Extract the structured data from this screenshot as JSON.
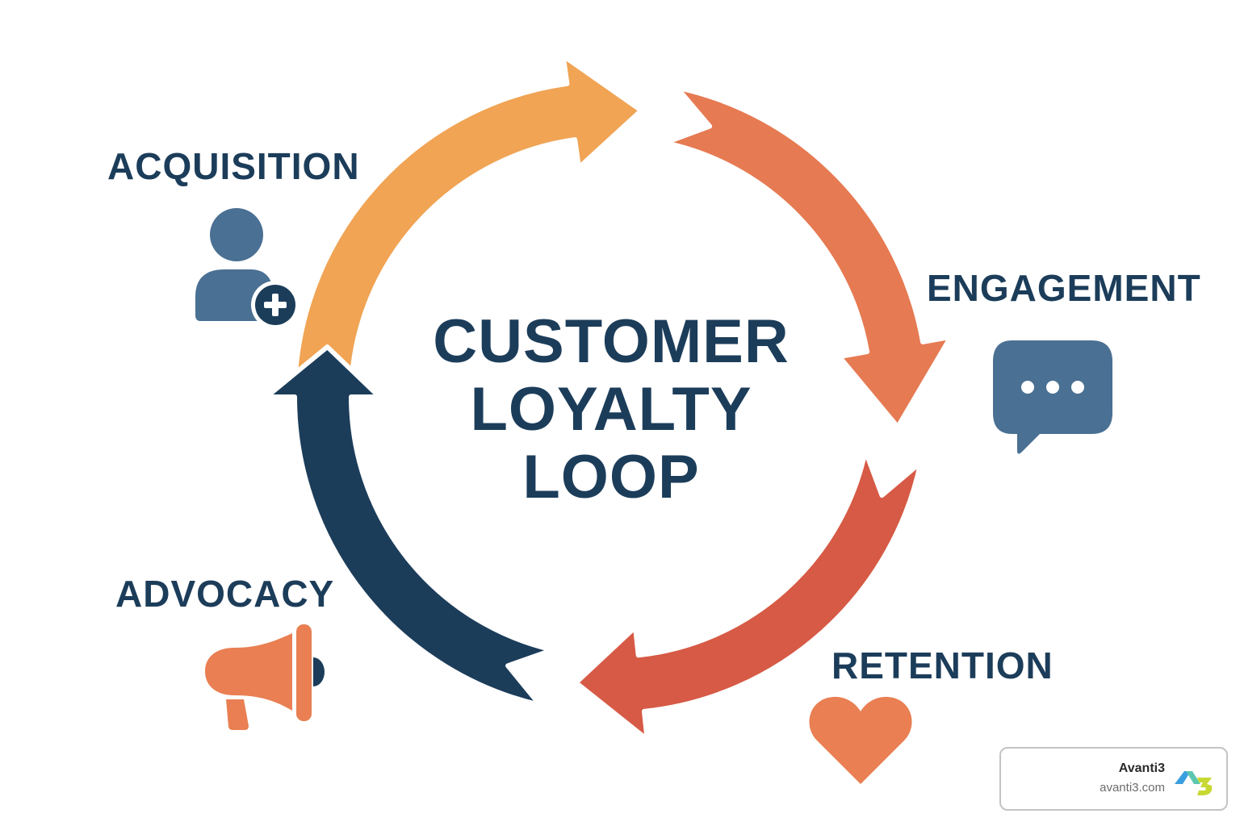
{
  "title": {
    "line1": "CUSTOMER",
    "line2": "LOYALTY",
    "line3": "LOOP"
  },
  "stages": [
    {
      "label": "ACQUISITION",
      "icon": "user-plus-icon",
      "color": "#f0a454"
    },
    {
      "label": "ENGAGEMENT",
      "icon": "chat-bubble-icon",
      "color": "#e67a52"
    },
    {
      "label": "RETENTION",
      "icon": "heart-icon",
      "color": "#d65a45"
    },
    {
      "label": "ADVOCACY",
      "icon": "megaphone-icon",
      "color": "#1c3d5a"
    }
  ],
  "colors": {
    "text": "#1c3d5a",
    "icon_blue": "#4a7093",
    "icon_orange": "#e97f52",
    "navy": "#1c3d5a"
  },
  "brand": {
    "name": "Avanti3",
    "url": "avanti3.com"
  }
}
